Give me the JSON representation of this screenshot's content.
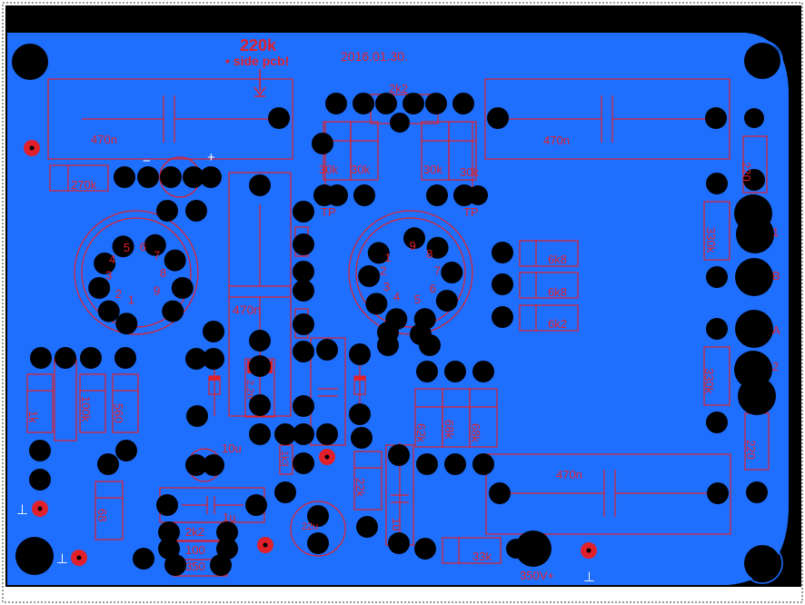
{
  "colors": {
    "board": "#1f6fff",
    "background": "#000000",
    "silkscreen": "#e0202a",
    "pad": "#000000",
    "outline": "#ffffff"
  },
  "labels": {
    "resistor_220k": "220k",
    "side_note": "• side pcb!",
    "date": "2016.01.30.",
    "cap_470n_top_left": "470n",
    "cap_470n_top_right": "470n",
    "cap_470n_center": "470n",
    "cap_470n_bottom_right": "470n",
    "res_270k": "270k",
    "res_2k2_top": "2k2",
    "res_30k_1": "30k",
    "res_30k_2": "30k",
    "res_30k_3": "30k",
    "res_30k_4": "30k",
    "tp_left": "TP",
    "tp_right": "TP",
    "res_220_top": "220",
    "res_220_bottom": "220",
    "res_330k_top": "330k",
    "res_330k_bottom": "330k",
    "res_6k8_1": "6k8",
    "res_6k8_2": "6k8",
    "res_6k2": "6k2",
    "res_62k": "62k",
    "res_68k_1": "68k",
    "res_68k_2": "68k",
    "res_1k": "1k",
    "res_100k": "100k",
    "res_560": "560",
    "res_22k": "22k",
    "res_33k": "33k",
    "res_68": "68",
    "res_2k2_bottom": "2k2",
    "res_100": "100",
    "res_350": "350",
    "res_1k3": "1k3",
    "cap_10u": "10u",
    "cap_1u": "1u",
    "cap_1u_vertical": "1u",
    "cap_22u": "22u",
    "cap_2_2n": "2,2n",
    "cap_220": "220",
    "voltage_350": "350V+",
    "plus_sign": "+",
    "minus_sign": "−",
    "ground_symbol_1": "⊥",
    "ground_symbol_2": "⊥",
    "ground_symbol_3": "⊥",
    "conn_1": "1",
    "conn_b": "B",
    "conn_a": "A",
    "conn_2": "2"
  },
  "tube_left_pins": [
    "1",
    "2",
    "3",
    "4",
    "5",
    "6",
    "7",
    "8",
    "9"
  ],
  "tube_right_pins": [
    "1",
    "2",
    "3",
    "4",
    "5",
    "6",
    "7",
    "8",
    "9"
  ]
}
